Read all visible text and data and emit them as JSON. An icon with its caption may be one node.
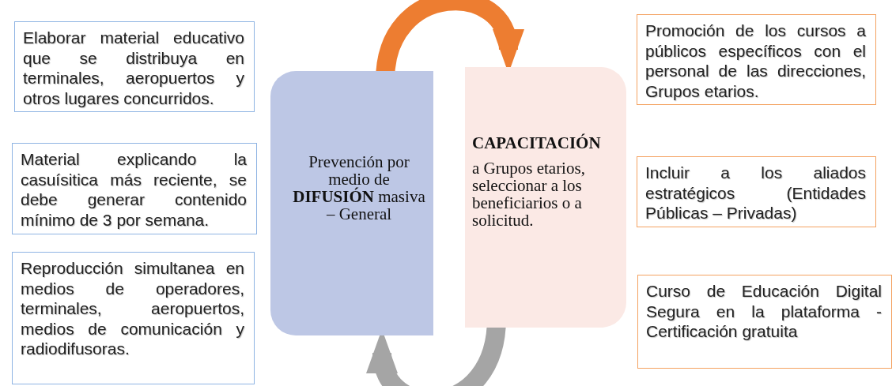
{
  "diagram": {
    "nodes": [
      {
        "text": [
          "Elaborar material educativo que se distribuya en terminales, aeropuertos y otros lugares concurridos."
        ]
      },
      {
        "text": [
          "Material explicando la casuísitica más reciente, se debe generar contenido mínimo de 3 por semana."
        ]
      },
      {
        "text": [
          "Reproducción simultanea en medios de operadores, terminales, aeropuertos, medios de comunicación y radiodifusoras."
        ]
      },
      {
        "text": [
          "Prevención por medio de **DIFUSIÓN** masiva – General"
        ]
      },
      {
        "text": [
          "CAPACITACIÓN",
          "a Grupos etarios, seleccionar a los beneficiarios o a solicitud."
        ]
      },
      {
        "text": [
          "Promoción de los cursos a públicos específicos con el personal de las direcciones, Grupos etarios."
        ]
      },
      {
        "text": [
          "Incluir a los aliados estratégicos (Entidades Públicas – Privadas)"
        ]
      },
      {
        "text": [
          "Curso de Educación Digital Segura en la plataforma - Certificación gratuita"
        ]
      }
    ],
    "edges": [
      {
        "from": 3,
        "to": 4,
        "arrow": "to",
        "color": "#ed7d31"
      },
      {
        "from": 4,
        "to": 3,
        "arrow": "to",
        "color": "#a5a5a5"
      }
    ]
  }
}
